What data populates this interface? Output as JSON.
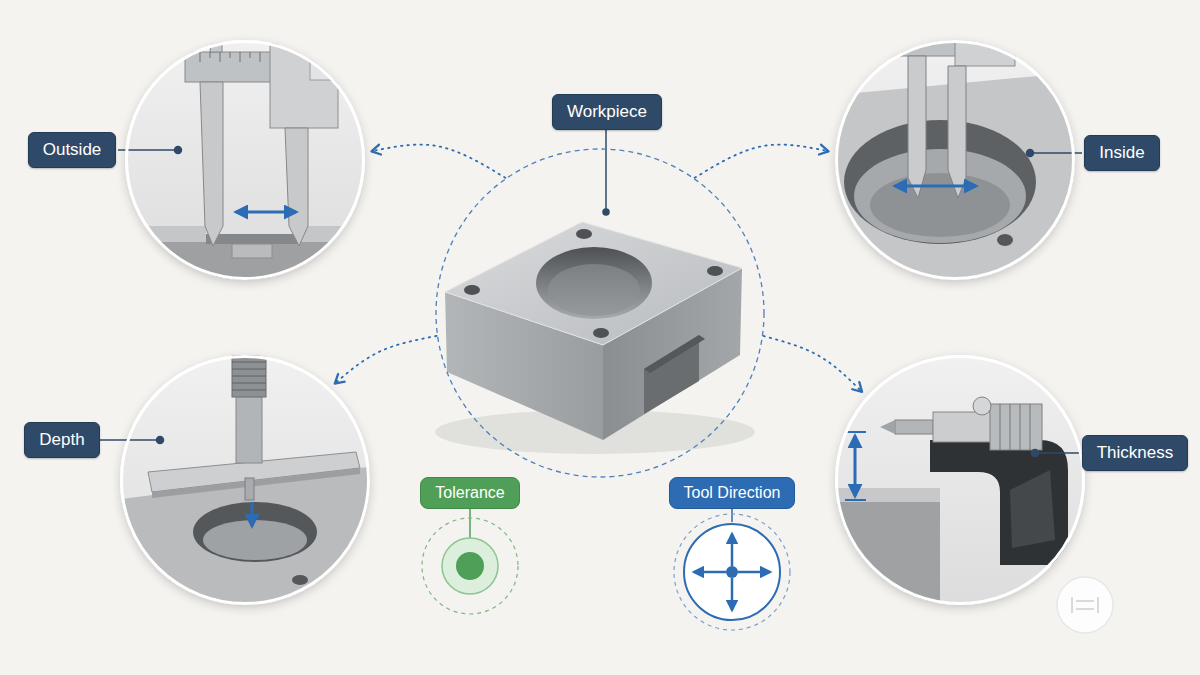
{
  "diagram": {
    "nodes": [
      {
        "text": [
          "Workpiece"
        ]
      },
      {
        "text": [
          "Outside"
        ]
      },
      {
        "text": [
          "Inside"
        ]
      },
      {
        "text": [
          "Depth"
        ]
      },
      {
        "text": [
          "Thickness"
        ]
      },
      {
        "text": [
          "Tolerance"
        ]
      },
      {
        "text": [
          "Tool Direction"
        ]
      }
    ],
    "edges": [
      {
        "from": 0,
        "to": 1,
        "arrow": "to"
      },
      {
        "from": 0,
        "to": 2,
        "arrow": "to"
      },
      {
        "from": 0,
        "to": 3,
        "arrow": "to"
      },
      {
        "from": 0,
        "to": 4,
        "arrow": "to"
      }
    ]
  }
}
